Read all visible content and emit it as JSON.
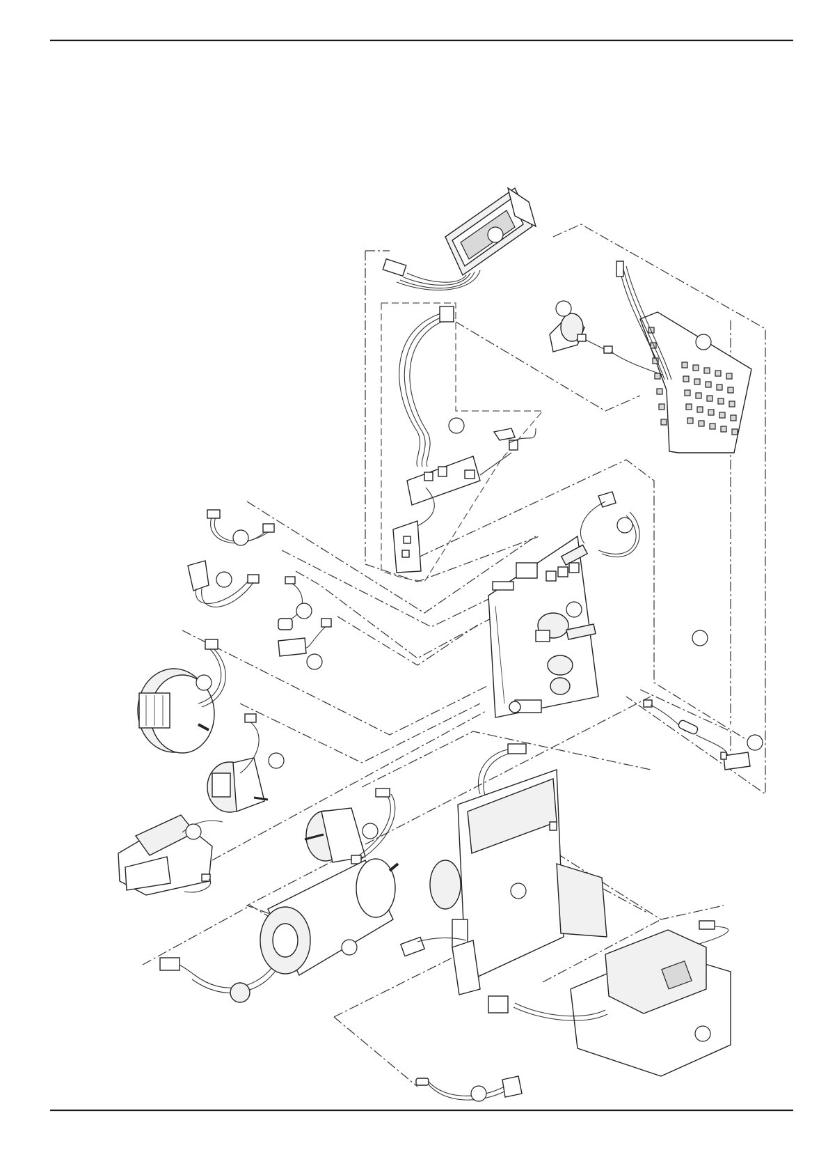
{
  "diagram": {
    "title": "",
    "callouts": [
      {
        "id": "display-lcd",
        "label": ""
      },
      {
        "id": "buzzer-pcb",
        "label": ""
      },
      {
        "id": "key-pcb",
        "label": ""
      },
      {
        "id": "sensor-pcb",
        "label": ""
      },
      {
        "id": "sensor-harness-a",
        "label": ""
      },
      {
        "id": "sensor-harness-b",
        "label": ""
      },
      {
        "id": "switch-a",
        "label": ""
      },
      {
        "id": "switch-b",
        "label": ""
      },
      {
        "id": "thermistor",
        "label": ""
      },
      {
        "id": "main-pcb",
        "label": ""
      },
      {
        "id": "harness-large",
        "label": ""
      },
      {
        "id": "fuse-holder",
        "label": ""
      },
      {
        "id": "motor-large",
        "label": ""
      },
      {
        "id": "motor-small",
        "label": ""
      },
      {
        "id": "solenoid",
        "label": ""
      },
      {
        "id": "motor-flat",
        "label": ""
      },
      {
        "id": "power-pcb",
        "label": ""
      },
      {
        "id": "dc-motor",
        "label": ""
      },
      {
        "id": "transformer",
        "label": ""
      },
      {
        "id": "power-cord",
        "label": ""
      }
    ]
  }
}
